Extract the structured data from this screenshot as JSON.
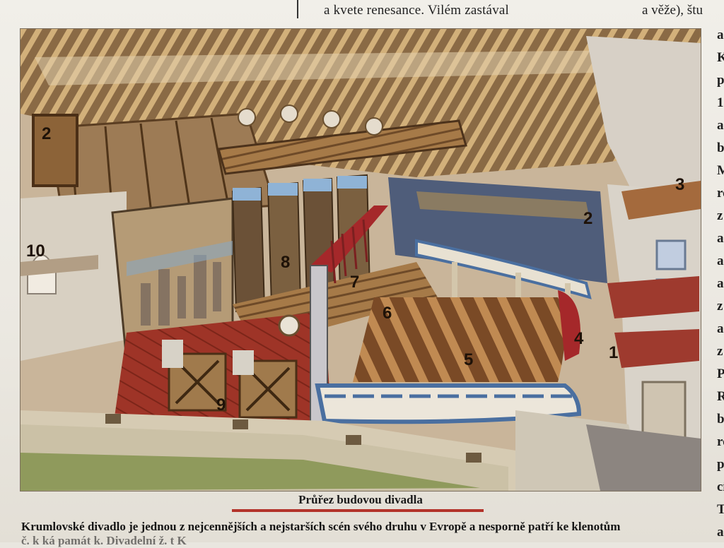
{
  "header": {
    "left_text": "a kvete renesance. Vilém zastával",
    "right_text": "a věže), štu"
  },
  "right_column": [
    "a",
    "K",
    "p",
    "1",
    "a",
    "b",
    "M",
    "re",
    "z",
    "a",
    "a",
    "a",
    "z",
    "a",
    "z",
    "P",
    "R",
    "by",
    "ro",
    "pr",
    "cí",
    "Ti",
    "a"
  ],
  "figure": {
    "callouts": [
      "2",
      "3",
      "10",
      "2",
      "8",
      "7",
      "6",
      "5",
      "4",
      "1",
      "9"
    ]
  },
  "caption": "Průřez budovou divadla",
  "body_text": {
    "line1": "Krumlovské divadlo je jednou z nejcennějších a nejstarších scén svého druhu v Evropě a nesporně patří ke klenotům",
    "line2": "č. k ká  památ k. Divadelní ž. t K"
  },
  "colors": {
    "caption_rule": "#b3332a",
    "curtain_red": "#a5282a",
    "stage_blue": "#4a6fa0"
  }
}
